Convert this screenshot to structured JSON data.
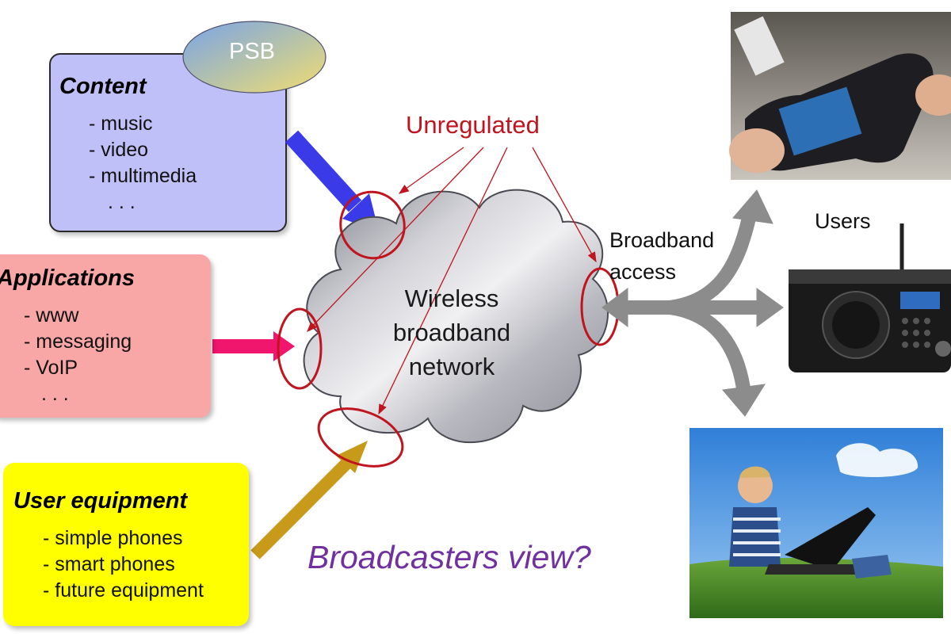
{
  "psb_label": "PSB",
  "content_box": {
    "title": "Content",
    "items": [
      "- music",
      "- video",
      "- multimedia",
      ". . ."
    ]
  },
  "applications_box": {
    "title": "Applications",
    "items": [
      "- www",
      "- messaging",
      "- VoIP",
      ". . ."
    ]
  },
  "equipment_box": {
    "title": "User equipment",
    "items": [
      "- simple phones",
      "- smart phones",
      "- future equipment"
    ]
  },
  "cloud_label": [
    "Wireless",
    "broadband",
    "network"
  ],
  "unregulated_label": "Unregulated",
  "broadband_access_label": [
    "Broadband",
    "access"
  ],
  "users_label": "Users",
  "question_label": "Broadcasters view?",
  "colors": {
    "content_box": "#c0c0f8",
    "applications_box": "#f9a6a6",
    "equipment_box": "#ffff00",
    "content_arrow": "#3a3ae8",
    "applications_arrow": "#f0166e",
    "equipment_arrow": "#c89a1a",
    "unregulated": "#c0141e",
    "access_arrows": "#8c8c8c",
    "question": "#7030a0"
  }
}
